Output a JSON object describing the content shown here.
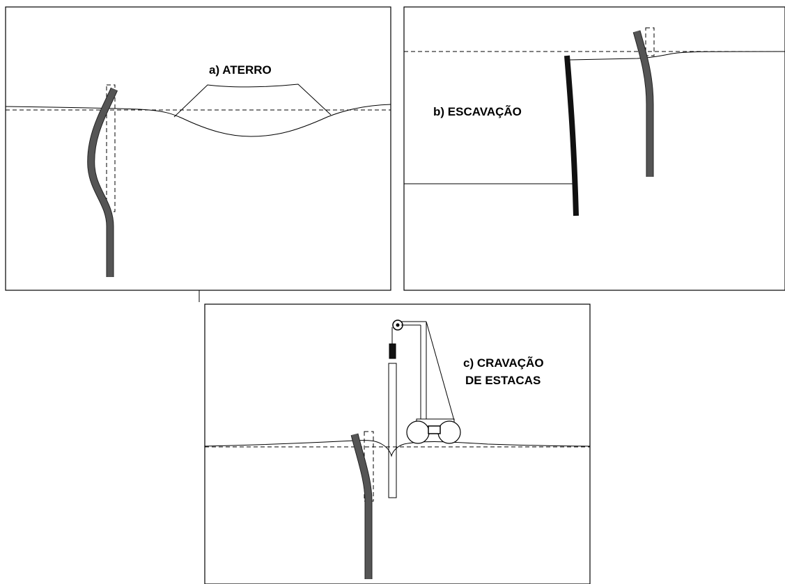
{
  "panels": [
    {
      "id": "a",
      "label": "a) ATERRO"
    },
    {
      "id": "b",
      "label": "b) ESCAVAÇÃO"
    },
    {
      "id": "c",
      "label_lines": [
        "c) CRAVAÇÃO",
        "DE ESTACAS"
      ]
    }
  ],
  "colors": {
    "pile": "#555555",
    "line": "#000000",
    "background": "#ffffff"
  }
}
